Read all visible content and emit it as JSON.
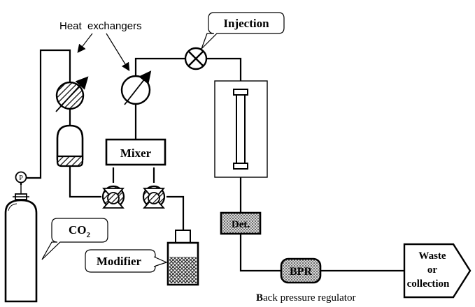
{
  "labels": {
    "heat_exchangers": "Heat  exchangers",
    "injection": "Injection",
    "mixer": "Mixer",
    "co2_main": "CO",
    "co2_sub": "2",
    "modifier": "Modifier",
    "pressure_gauge": "P",
    "detector": "Det.",
    "bpr": "BPR",
    "back_pressure_initial": "B",
    "back_pressure_rest": "ack pressure regulator",
    "waste_line1": "Waste",
    "waste_line2": "or",
    "waste_line3": "collection"
  }
}
